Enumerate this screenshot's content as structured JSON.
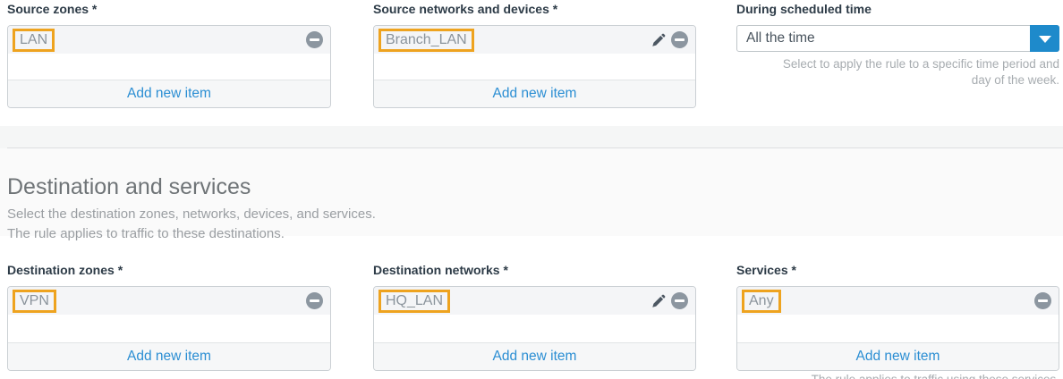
{
  "ui": {
    "add_new_label": "Add new item",
    "required_mark": "*"
  },
  "colors": {
    "link_blue": "#2b8ed3",
    "dropdown_button_blue": "#1e8acb",
    "highlight_orange": "#eea31f",
    "remove_icon_gray": "#8c96a0",
    "label_dark": "#2d3b47"
  },
  "icons": {
    "remove": "minus-circle-icon",
    "edit": "pencil-icon",
    "dropdown": "chevron-down-icon"
  },
  "source": {
    "zones": {
      "label": "Source zones",
      "items": [
        {
          "name": "LAN"
        }
      ]
    },
    "networks": {
      "label": "Source networks and devices",
      "items": [
        {
          "name": "Branch_LAN"
        }
      ]
    },
    "schedule": {
      "label": "During scheduled time",
      "value": "All the time",
      "help_line1": "Select to apply the rule to a specific time period and",
      "help_line2": "day of the week."
    }
  },
  "destination": {
    "title": "Destination and services",
    "description_line1": "Select the destination zones, networks, devices, and services.",
    "description_line2": "The rule applies to traffic to these destinations.",
    "zones": {
      "label": "Destination zones",
      "items": [
        {
          "name": "VPN"
        }
      ]
    },
    "networks": {
      "label": "Destination networks",
      "items": [
        {
          "name": "HQ_LAN"
        }
      ]
    },
    "services": {
      "label": "Services",
      "items": [
        {
          "name": "Any"
        }
      ],
      "help_line1": "The rule applies to traffic using these services."
    }
  }
}
